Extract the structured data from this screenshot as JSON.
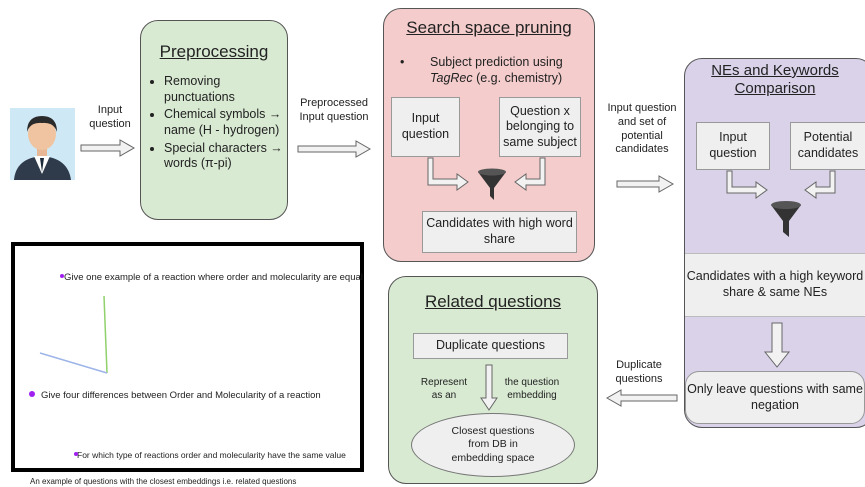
{
  "user": {
    "input_label": "Input question"
  },
  "preprocessing": {
    "title": "Preprocessing",
    "items": [
      "Removing punctuations",
      "Chemical symbols → name (H - hydrogen)",
      "Special characters → words (π-pi)"
    ]
  },
  "arrow2_label": "Preprocessed Input question",
  "search": {
    "title": "Search space pruning",
    "bullet_prefix": "Subject prediction using ",
    "bullet_italic": "TagRec",
    "bullet_suffix": " (e.g. chemistry)",
    "input_box": "Input question",
    "question_box": "Question x belonging to same subject",
    "candidates_box": "Candidates with high word share"
  },
  "arrow3_label": "Input question and set of potential candidates",
  "nes": {
    "title": "NEs and Keywords Comparison",
    "input_box": "Input question",
    "potential_box": "Potential candidates",
    "keyword_band": "Candidates with a high keyword share & same NEs",
    "negation_box": "Only leave questions with same negation"
  },
  "dup_arrow_label": "Duplicate questions",
  "related": {
    "title": "Related questions",
    "dup_box": "Duplicate questions",
    "represent_left": "Represent as an",
    "represent_right": "the question embedding",
    "closest_ellipse": "Closest questions from DB in embedding space"
  },
  "embedding_plot": {
    "q1": "Give one example of a reaction where order and molecularity are equal",
    "q2": "Give four differences between Order and Molecularity of a reaction",
    "q3": "For which type of reactions order and molecularity have the same value",
    "caption": "An example of questions with the closest embeddings i.e. related questions"
  },
  "colors": {
    "green": "#d9ead3",
    "pink": "#f4cccc",
    "purple": "#d9d2e9",
    "gray_box": "#efefef",
    "point_purple": "#a020f0"
  }
}
